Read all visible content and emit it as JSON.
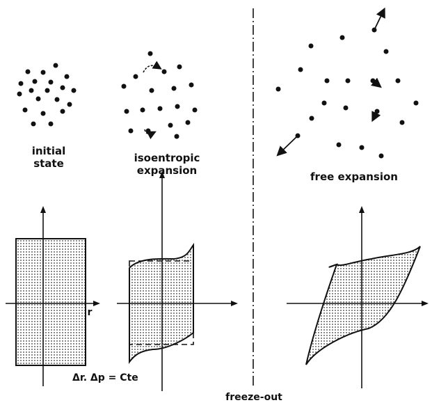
{
  "panels": {
    "initial": {
      "label_line1": "initial",
      "label_line2": "state"
    },
    "isentropic": {
      "label_line1": "isoentropic",
      "label_line2": "expansion"
    },
    "free": {
      "label": "free   expansion"
    }
  },
  "axes": {
    "r_label": "r"
  },
  "relation": "Δr. Δp = Cte",
  "divider_label": "freeze-out"
}
